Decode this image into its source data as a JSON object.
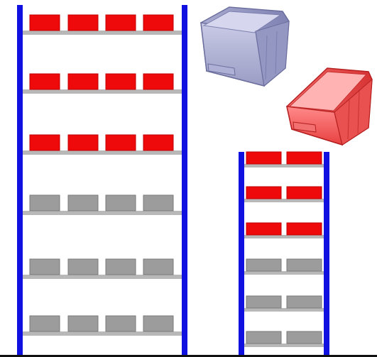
{
  "colors": {
    "background": "#ffffff",
    "upright": "#1010e0",
    "shelf": "#b8b8b8",
    "bin_red": "#ee0a0a",
    "bin_gray": "#9c9c9c",
    "floor": "#111111"
  },
  "large_rack": {
    "levels": [
      {
        "bin_color": "red",
        "bins": 4
      },
      {
        "bin_color": "red",
        "bins": 4
      },
      {
        "bin_color": "red",
        "bins": 4
      },
      {
        "bin_color": "gray",
        "bins": 4
      },
      {
        "bin_color": "gray",
        "bins": 4
      },
      {
        "bin_color": "gray",
        "bins": 4
      }
    ]
  },
  "small_rack": {
    "levels": [
      {
        "bin_color": "red",
        "bins": 2
      },
      {
        "bin_color": "red",
        "bins": 2
      },
      {
        "bin_color": "red",
        "bins": 2
      },
      {
        "bin_color": "gray",
        "bins": 2
      },
      {
        "bin_color": "gray",
        "bins": 2
      },
      {
        "bin_color": "gray",
        "bins": 2
      }
    ]
  },
  "loose_bins": [
    {
      "name": "blue-gray-storage-bin",
      "color": "#b6b8d6"
    },
    {
      "name": "red-storage-bin",
      "color": "#f25a5a"
    }
  ]
}
